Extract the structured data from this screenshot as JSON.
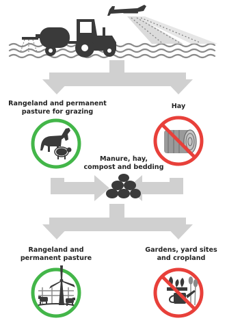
{
  "colors": {
    "arrow_gray": "#d0d0d0",
    "icon_dark": "#3a3a3a",
    "icon_mid": "#8a8a8a",
    "allowed_green": "#43b649",
    "prohibited_red": "#e8403a",
    "text": "#222222"
  },
  "top_scene": {
    "icons": [
      "tractor-sprayer-icon",
      "crop-duster-plane-icon",
      "spray-icon",
      "field-rows-icon"
    ]
  },
  "uses": {
    "rangeland_grazing": {
      "line1": "Rangeland and permanent",
      "line2": "pasture for grazing",
      "status": "allowed",
      "icon": "horse-and-sheep-icon"
    },
    "hay": {
      "line1": "Hay",
      "status": "prohibited",
      "icon": "hay-bale-icon"
    },
    "manure": {
      "line1": "Manure, hay,",
      "line2": "compost and bedding",
      "icon": "manure-pile-icon"
    },
    "rangeland_pasture": {
      "line1": "Rangeland and",
      "line2": "permanent pasture",
      "status": "allowed",
      "icon": "pasture-windmill-icon"
    },
    "gardens": {
      "line1": "Gardens, yard sites",
      "line2": "and cropland",
      "status": "prohibited",
      "icon": "garden-crops-watering-can-icon"
    }
  }
}
